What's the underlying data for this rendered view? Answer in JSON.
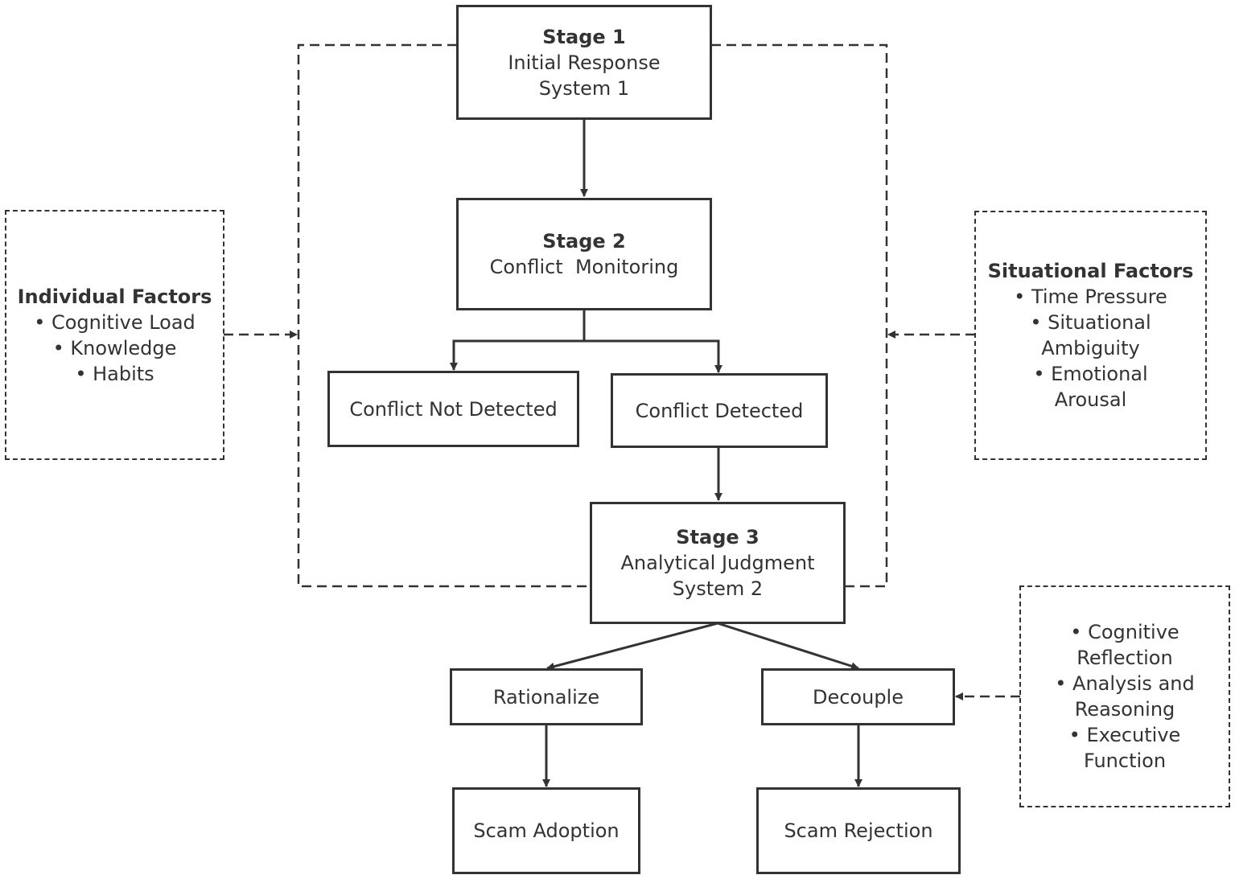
{
  "colors": {
    "stroke": "#333333",
    "background": "#ffffff"
  },
  "stage1": {
    "title": "Stage 1",
    "line1": "Initial Response",
    "line2": "System 1"
  },
  "stage2": {
    "title": "Stage 2",
    "line1": "Conflict  Monitoring"
  },
  "conflict_not_detected": "Conflict Not Detected",
  "conflict_detected": "Conflict Detected",
  "stage3": {
    "title": "Stage 3",
    "line1": "Analytical Judgment",
    "line2": "System 2"
  },
  "rationalize": "Rationalize",
  "decouple": "Decouple",
  "scam_adoption": "Scam Adoption",
  "scam_rejection": "Scam Rejection",
  "individual_factors": {
    "title": "Individual Factors",
    "items": [
      "• Cognitive Load",
      "• Knowledge",
      "• Habits"
    ]
  },
  "situational_factors": {
    "title": "Situational Factors",
    "lines": [
      "• Time Pressure",
      "• Situational",
      "Ambiguity",
      "• Emotional",
      "Arousal"
    ]
  },
  "reflection_factors": {
    "lines": [
      "• Cognitive",
      "Reflection",
      "• Analysis and",
      "Reasoning",
      "• Executive",
      "Function"
    ]
  }
}
